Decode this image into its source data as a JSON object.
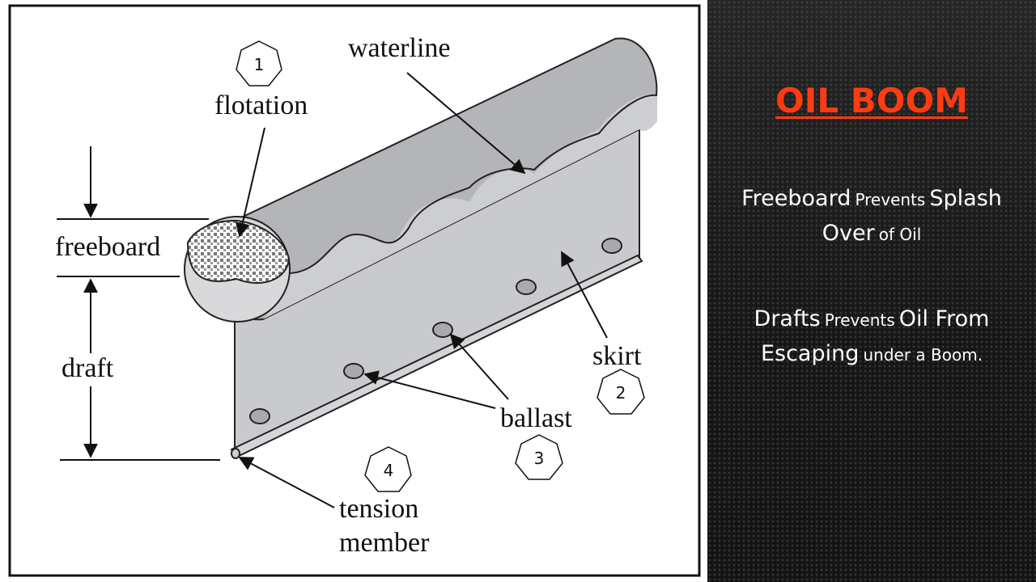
{
  "colors": {
    "title": "#ff3b12",
    "panel_background": "#1b1b1b",
    "skirt_fill": "#c9cacd",
    "float_fill": "#b4b5b8"
  },
  "diagram": {
    "labels": {
      "waterline": "waterline",
      "flotation": "flotation",
      "freeboard": "freeboard",
      "draft": "draft",
      "skirt": "skirt",
      "ballast": "ballast",
      "tension_member_line1": "tension",
      "tension_member_line2": "member"
    },
    "markers": {
      "flotation": "1",
      "skirt": "2",
      "ballast": "3",
      "tension_member": "4"
    }
  },
  "panel": {
    "title": "OIL BOOM",
    "freeboard_text": {
      "w1": "Freeboard",
      "w2": "Prevents",
      "w3": "Splash",
      "w4": "Over",
      "w5": "of Oil"
    },
    "drafts_text": {
      "w1": "Drafts",
      "w2": "Prevents",
      "w3": "Oil From",
      "w4": "Escaping",
      "w5": "under a Boom."
    }
  }
}
